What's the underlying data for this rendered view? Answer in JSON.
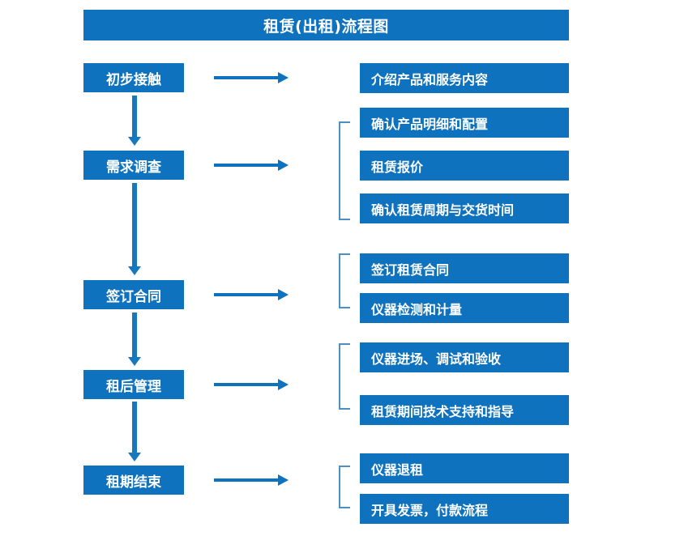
{
  "title": "租赁(出租)流程图",
  "theme": {
    "box_color": "#0F72BE",
    "arrow_color": "#0F72BE",
    "bracket_color": "#4A90C7",
    "text_color": "#FFFFFF",
    "background": "#FFFFFF"
  },
  "stages": [
    {
      "label": "初步接触"
    },
    {
      "label": "需求调查"
    },
    {
      "label": "签订合同"
    },
    {
      "label": "租后管理"
    },
    {
      "label": "租期结束"
    }
  ],
  "tasks": [
    {
      "label": "介绍产品和服务内容"
    },
    {
      "label": "确认产品明细和配置"
    },
    {
      "label": "租赁报价"
    },
    {
      "label": "确认租赁周期与交货时间"
    },
    {
      "label": "签订租赁合同"
    },
    {
      "label": "仪器检测和计量"
    },
    {
      "label": "仪器进场、调试和验收"
    },
    {
      "label": "租赁期间技术支持和指导"
    },
    {
      "label": "仪器退租"
    },
    {
      "label": "开具发票，付款流程"
    }
  ]
}
